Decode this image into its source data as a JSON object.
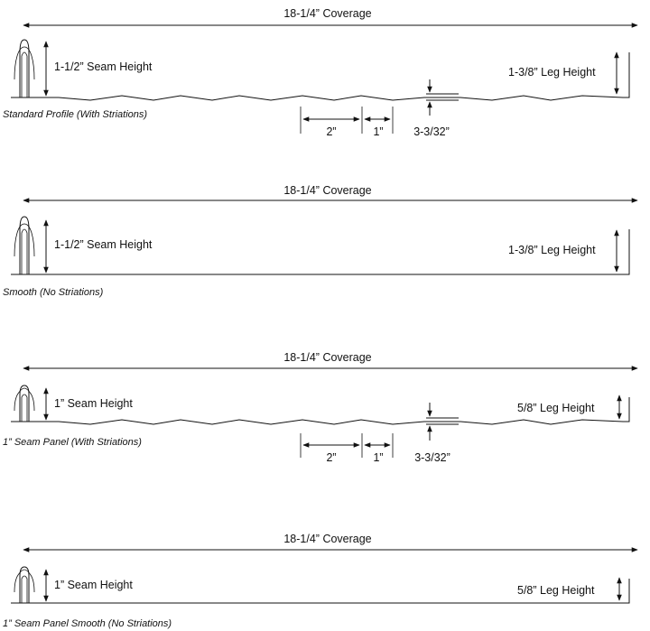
{
  "panels": [
    {
      "coverage": "18-1/4” Coverage",
      "seam_height": "1-1/2” Seam Height",
      "leg_height": "1-3/8” Leg Height",
      "caption": "Standard Profile (With Striations)",
      "striations": true,
      "dim_2": "2”",
      "dim_1": "1”",
      "dim_3": "3-3/32”"
    },
    {
      "coverage": "18-1/4” Coverage",
      "seam_height": "1-1/2” Seam Height",
      "leg_height": "1-3/8” Leg Height",
      "caption": "Smooth (No Striations)",
      "striations": false
    },
    {
      "coverage": "18-1/4” Coverage",
      "seam_height": "1” Seam Height",
      "leg_height": "5/8” Leg Height",
      "caption": "1” Seam Panel (With Striations)",
      "striations": true,
      "dim_2": "2”",
      "dim_1": "1”",
      "dim_3": "3-3/32”"
    },
    {
      "coverage": "18-1/4” Coverage",
      "seam_height": "1” Seam Height",
      "leg_height": "5/8” Leg Height",
      "caption": "1” Seam Panel Smooth (No Striations)",
      "striations": false
    }
  ]
}
